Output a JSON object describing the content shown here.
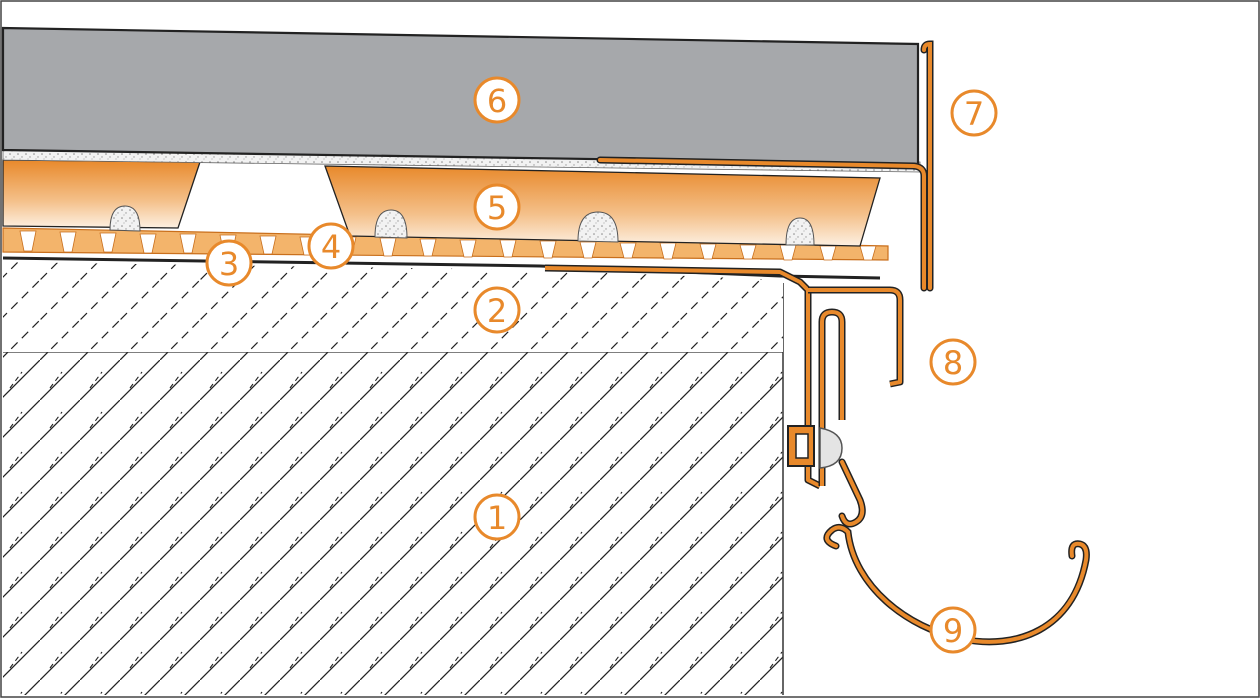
{
  "diagram": {
    "accent_color": "#e8892b",
    "tile_color": "#a6a8ab",
    "callouts": [
      {
        "id": "1",
        "label": "1"
      },
      {
        "id": "2",
        "label": "2"
      },
      {
        "id": "3",
        "label": "3"
      },
      {
        "id": "4",
        "label": "4"
      },
      {
        "id": "5",
        "label": "5"
      },
      {
        "id": "6",
        "label": "6"
      },
      {
        "id": "7",
        "label": "7"
      },
      {
        "id": "8",
        "label": "8"
      },
      {
        "id": "9",
        "label": "9"
      }
    ]
  }
}
